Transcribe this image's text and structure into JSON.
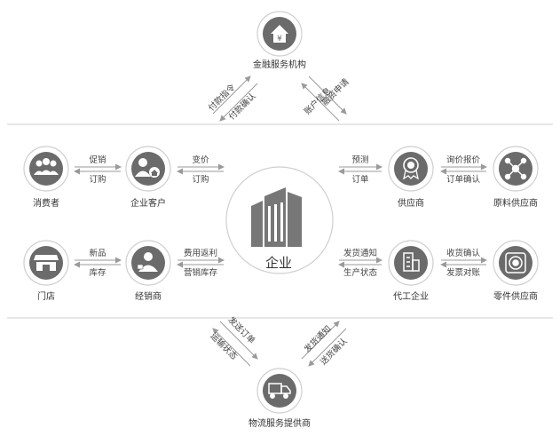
{
  "diagram": {
    "center": {
      "label": "企业"
    },
    "nodes": {
      "financial": "金融服务机构",
      "consumer": "消费者",
      "enterprise_customer": "企业客户",
      "store": "门店",
      "distributor": "经销商",
      "supplier": "供应商",
      "raw_material_supplier": "原料供应商",
      "oem": "代工企业",
      "parts_supplier": "零件供应商",
      "logistics": "物流服务提供商"
    },
    "edges": {
      "fin_left_1": "付款指令",
      "fin_left_2": "付款确认",
      "fin_right_1": "融资申请",
      "fin_right_2": "账户信息",
      "consumer_ec_1": "促销",
      "consumer_ec_2": "订购",
      "ec_center_1": "变价",
      "ec_center_2": "订购",
      "store_dist_1": "新品",
      "store_dist_2": "库存",
      "dist_center_1": "费用返利",
      "dist_center_2": "营销库存",
      "center_supplier_1": "预测",
      "center_supplier_2": "订单",
      "supplier_raw_1": "询价报价",
      "supplier_raw_2": "订单确认",
      "center_oem_1": "发货通知",
      "center_oem_2": "生产状态",
      "oem_parts_1": "收货确认",
      "oem_parts_2": "发票对账",
      "log_left_1": "发送订单",
      "log_left_2": "运输状态",
      "log_right_1": "发货通知",
      "log_right_2": "送货确认"
    },
    "colors": {
      "icon_bg": "#6b6b6b",
      "circle_border": "#cfcfcf",
      "line": "#9a9a9a"
    }
  }
}
